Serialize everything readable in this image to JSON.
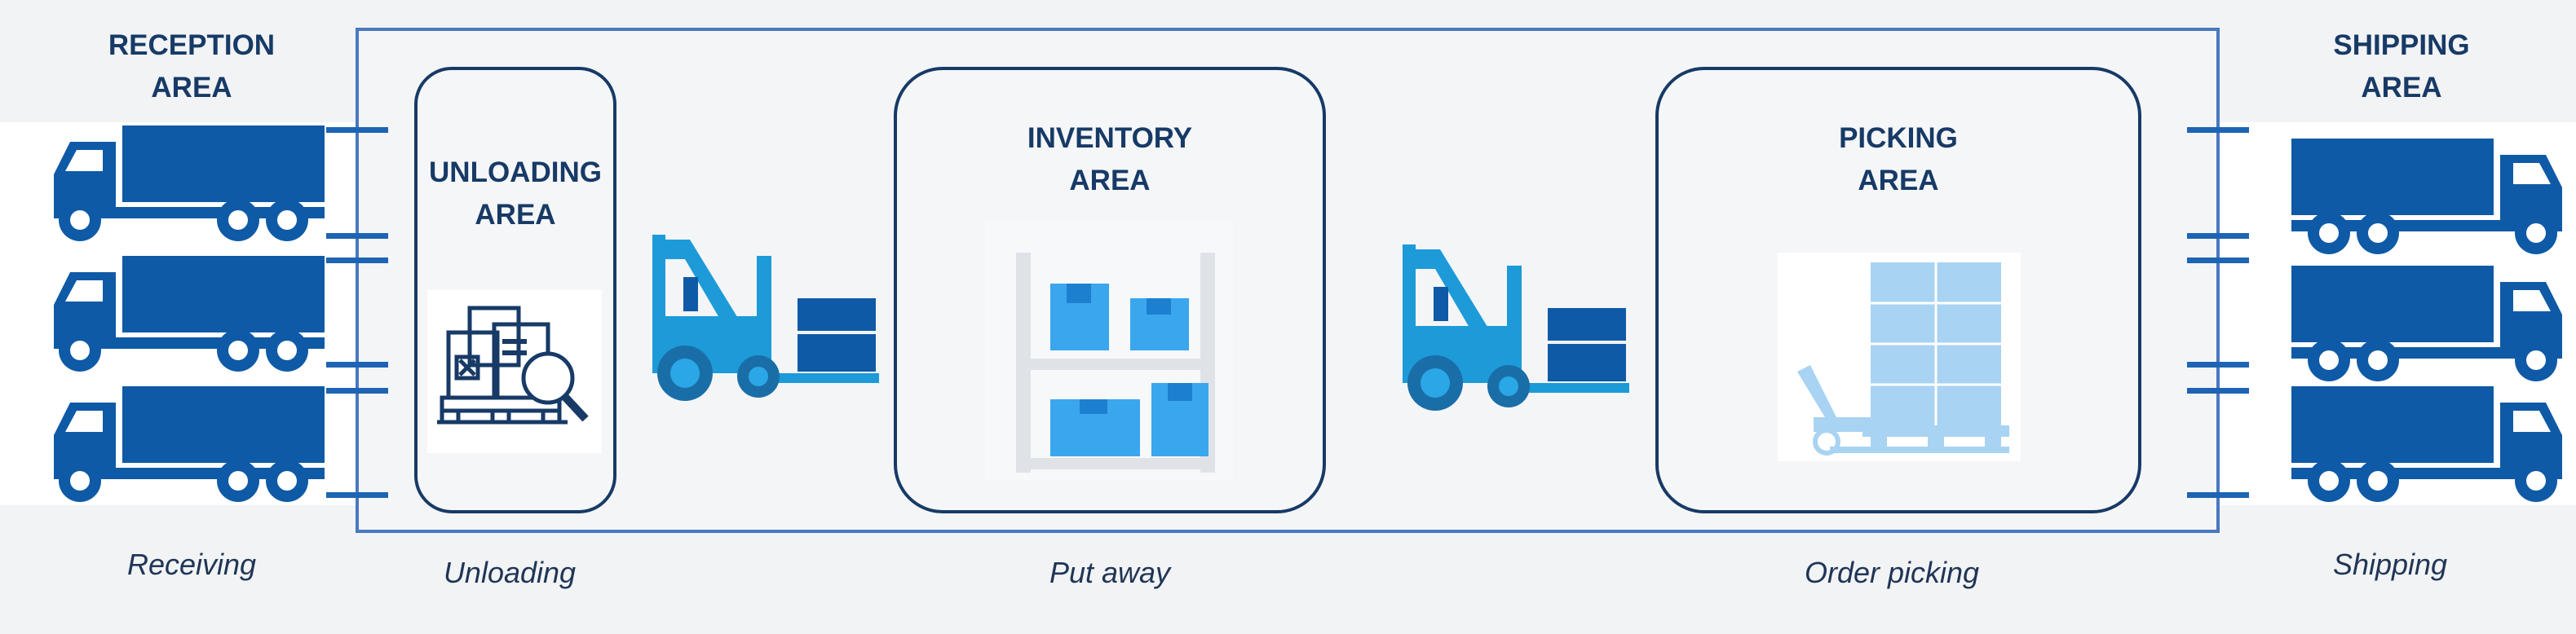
{
  "areas": {
    "reception": "RECEPTION\nAREA",
    "unloading": "UNLOADING\nAREA",
    "inventory": "INVENTORY\nAREA",
    "picking": "PICKING\nAREA",
    "shipping": "SHIPPING\nAREA"
  },
  "steps": {
    "receiving": "Receiving",
    "unloading": "Unloading",
    "put_away": "Put away",
    "order_picking": "Order picking",
    "shipping": "Shipping"
  },
  "colors": {
    "truck": "#0f5aa6",
    "forklift": "#1d9ad8",
    "box": "#3aa6ee",
    "border": "#173a66",
    "warehouse_border": "#4a77c0"
  },
  "icons": [
    "truck-icon",
    "forklift-icon",
    "inspection-icon",
    "shelf-icon",
    "pallet-jack-icon"
  ]
}
